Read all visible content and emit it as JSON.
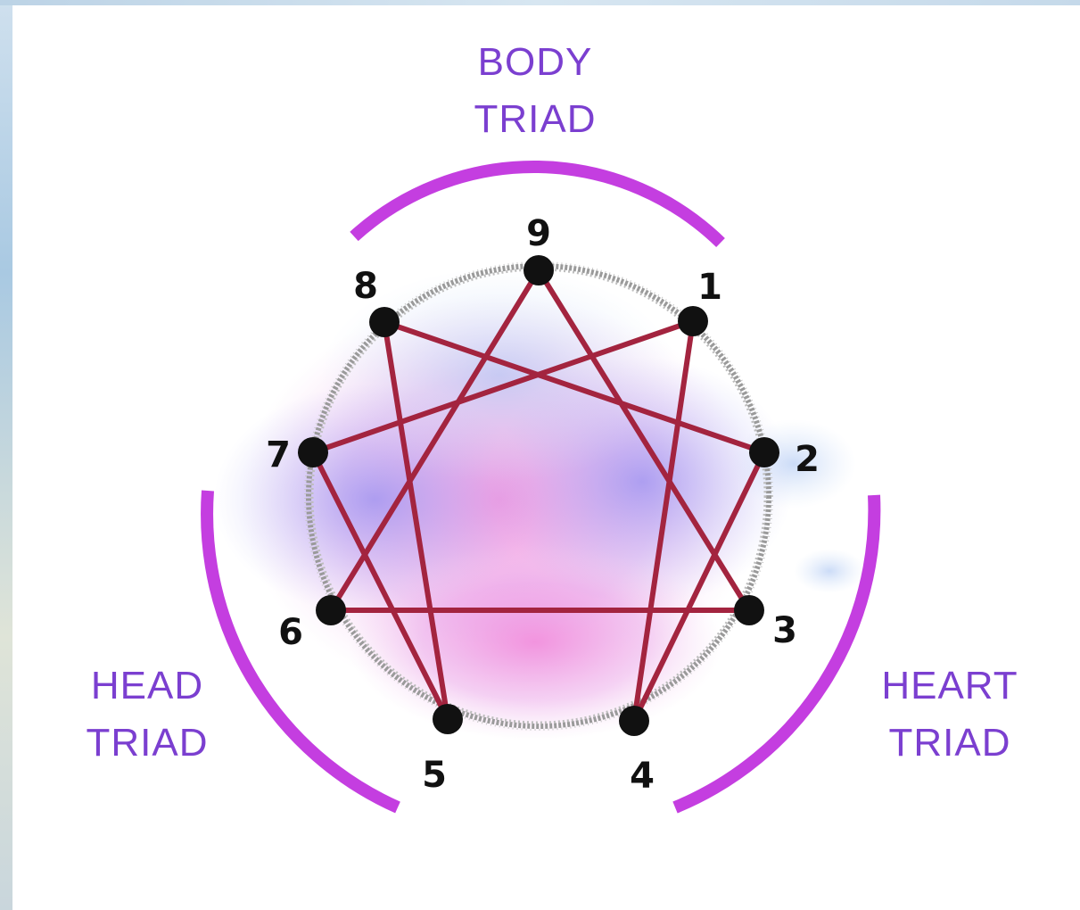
{
  "triads": {
    "body": {
      "line1": "BODY",
      "line2": "TRIAD"
    },
    "head": {
      "line1": "HEAD",
      "line2": "TRIAD"
    },
    "heart": {
      "line1": "HEART",
      "line2": "TRIAD"
    }
  },
  "points": [
    {
      "label": "9"
    },
    {
      "label": "1"
    },
    {
      "label": "2"
    },
    {
      "label": "3"
    },
    {
      "label": "4"
    },
    {
      "label": "5"
    },
    {
      "label": "6"
    },
    {
      "label": "7"
    },
    {
      "label": "8"
    }
  ],
  "connections": [
    [
      "1",
      "4"
    ],
    [
      "4",
      "2"
    ],
    [
      "2",
      "8"
    ],
    [
      "8",
      "5"
    ],
    [
      "5",
      "7"
    ],
    [
      "7",
      "1"
    ],
    [
      "9",
      "3"
    ],
    [
      "3",
      "6"
    ],
    [
      "6",
      "9"
    ]
  ],
  "colors": {
    "arc": "#c43ee0",
    "label": "#7b3fd0",
    "line": "#a3243f",
    "dot": "#111111",
    "ring": "#9a9a9a"
  }
}
